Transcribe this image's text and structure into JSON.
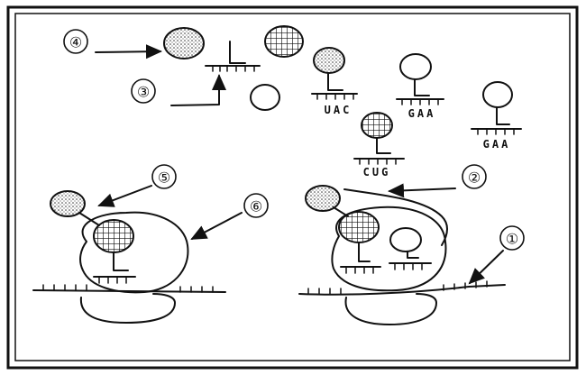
{
  "labels": {
    "one": "①",
    "two": "②",
    "three": "③",
    "four": "④",
    "five": "⑤",
    "six": "⑥"
  },
  "codons": {
    "uac": "UAC",
    "gaa_1": "GAA",
    "gaa_2": "GAA",
    "cug": "CUG"
  },
  "colors": {
    "ink": "#111111",
    "background": "#ffffff"
  }
}
